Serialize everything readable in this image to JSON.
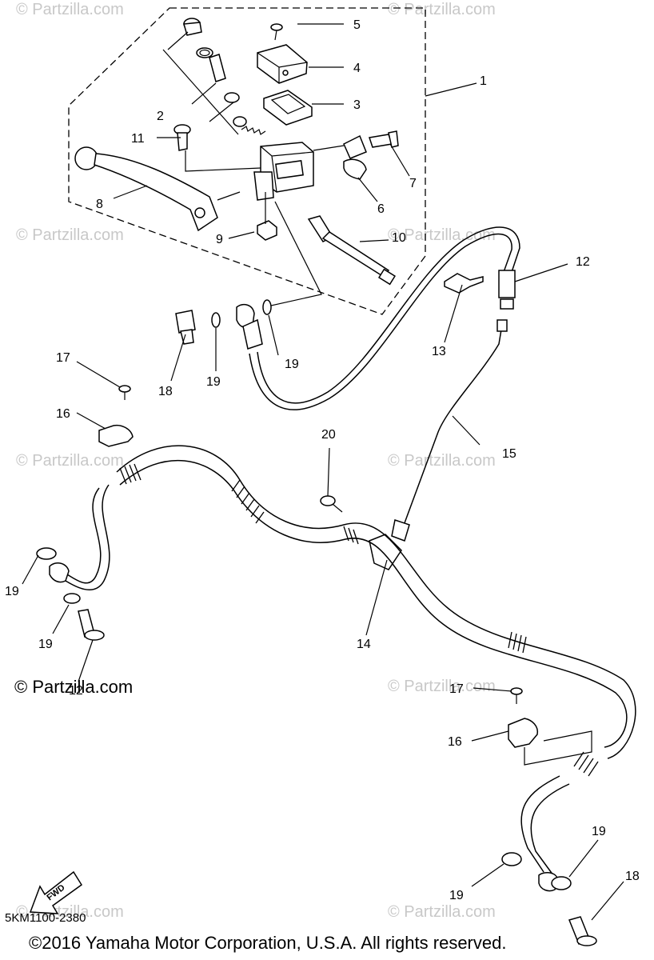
{
  "callouts": [
    "1",
    "2",
    "3",
    "4",
    "5",
    "6",
    "7",
    "8",
    "9",
    "10",
    "11",
    "12",
    "13",
    "14",
    "15",
    "16",
    "17",
    "18",
    "19",
    "20",
    "12"
  ],
  "callout_labels": {
    "c1": "1",
    "c2": "2",
    "c3": "3",
    "c4": "4",
    "c5": "5",
    "c6": "6",
    "c7": "7",
    "c8": "8",
    "c9": "9",
    "c10": "10",
    "c11": "11",
    "c12": "12",
    "c13": "13",
    "c14": "14",
    "c15": "15",
    "c16a": "16",
    "c16b": "16",
    "c17a": "17",
    "c17b": "17",
    "c18a": "18",
    "c18b": "18",
    "c19a": "19",
    "c19b": "19",
    "c19c": "19",
    "c19d": "19",
    "c19e": "19",
    "c19f": "19",
    "c20": "20",
    "c12b": "12"
  },
  "watermark": "© Partzilla.com",
  "stamp": "© Partzilla.com",
  "fwd_label": "FWD",
  "diagram_code": "5KM1100-2380",
  "footer": "©2016 Yamaha Motor Corporation, U.S.A. All rights reserved."
}
